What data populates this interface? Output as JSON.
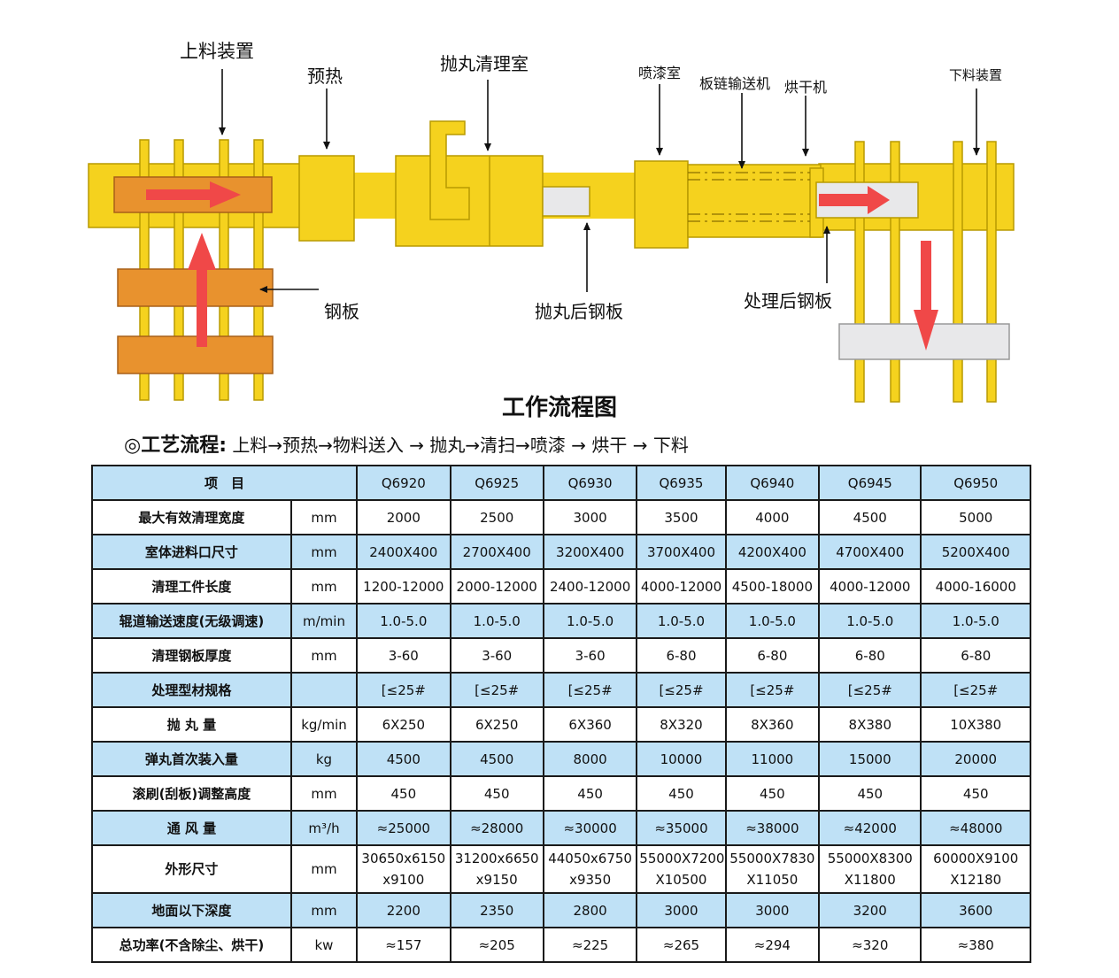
{
  "diagram": {
    "labels": {
      "loading_device": "上料装置",
      "preheat": "预热",
      "shot_blast_room": "抛丸清理室",
      "paint_room": "喷漆室",
      "chain_conveyor": "板链输送机",
      "dryer": "烘干机",
      "unloading_device": "下料装置",
      "steel_plate": "钢板",
      "after_blast_plate": "抛丸后钢板",
      "treated_plate": "处理后钢板"
    },
    "colors": {
      "yellow": "#f5d21e",
      "orange": "#e8922e",
      "red_arrow": "#f04848",
      "gray_plate": "#e8e8ea"
    }
  },
  "chart_title": "工作流程图",
  "process": {
    "prefix": "◎工艺流程:",
    "steps": [
      "上料",
      "预热",
      "物料送入",
      "抛丸",
      "清扫",
      "喷漆",
      "烘干",
      "下料"
    ]
  },
  "table": {
    "header_item": "项　目",
    "models": [
      "Q6920",
      "Q6925",
      "Q6930",
      "Q6935",
      "Q6940",
      "Q6945",
      "Q6950"
    ],
    "rows": [
      {
        "item": "最大有效清理宽度",
        "unit": "mm",
        "values": [
          "2000",
          "2500",
          "3000",
          "3500",
          "4000",
          "4500",
          "5000"
        ]
      },
      {
        "item": "室体进料口尺寸",
        "unit": "mm",
        "values": [
          "2400X400",
          "2700X400",
          "3200X400",
          "3700X400",
          "4200X400",
          "4700X400",
          "5200X400"
        ]
      },
      {
        "item": "清理工件长度",
        "unit": "mm",
        "values": [
          "1200-12000",
          "2000-12000",
          "2400-12000",
          "4000-12000",
          "4500-18000",
          "4000-12000",
          "4000-16000"
        ]
      },
      {
        "item": "辊道输送速度(无级调速)",
        "unit": "m/min",
        "values": [
          "1.0-5.0",
          "1.0-5.0",
          "1.0-5.0",
          "1.0-5.0",
          "1.0-5.0",
          "1.0-5.0",
          "1.0-5.0"
        ]
      },
      {
        "item": "清理钢板厚度",
        "unit": "mm",
        "values": [
          "3-60",
          "3-60",
          "3-60",
          "6-80",
          "6-80",
          "6-80",
          "6-80"
        ]
      },
      {
        "item": "处理型材规格",
        "unit": "",
        "values": [
          "[≤25#",
          "[≤25#",
          "[≤25#",
          "[≤25#",
          "[≤25#",
          "[≤25#",
          "[≤25#"
        ]
      },
      {
        "item": "抛 丸 量",
        "unit": "kg/min",
        "values": [
          "6X250",
          "6X250",
          "6X360",
          "8X320",
          "8X360",
          "8X380",
          "10X380"
        ]
      },
      {
        "item": "弹丸首次装入量",
        "unit": "kg",
        "values": [
          "4500",
          "4500",
          "8000",
          "10000",
          "11000",
          "15000",
          "20000"
        ]
      },
      {
        "item": "滚刷(刮板)调整高度",
        "unit": "mm",
        "values": [
          "450",
          "450",
          "450",
          "450",
          "450",
          "450",
          "450"
        ]
      },
      {
        "item": "通 风 量",
        "unit": "m³/h",
        "values": [
          "≈25000",
          "≈28000",
          "≈30000",
          "≈35000",
          "≈38000",
          "≈42000",
          "≈48000"
        ]
      },
      {
        "item": "外形尺寸",
        "unit": "mm",
        "values": [
          "30650x6150\nx9100",
          "31200x6650\nx9150",
          "44050x6750\nx9350",
          "55000X7200\nX10500",
          "55000X7830\nX11050",
          "55000X8300\nX11800",
          "60000X9100\nX12180"
        ]
      },
      {
        "item": "地面以下深度",
        "unit": "mm",
        "values": [
          "2200",
          "2350",
          "2800",
          "3000",
          "3000",
          "3200",
          "3600"
        ]
      },
      {
        "item": "总功率(不含除尘、烘干)",
        "unit": "kw",
        "values": [
          "≈157",
          "≈205",
          "≈225",
          "≈265",
          "≈294",
          "≈320",
          "≈380"
        ]
      }
    ]
  }
}
